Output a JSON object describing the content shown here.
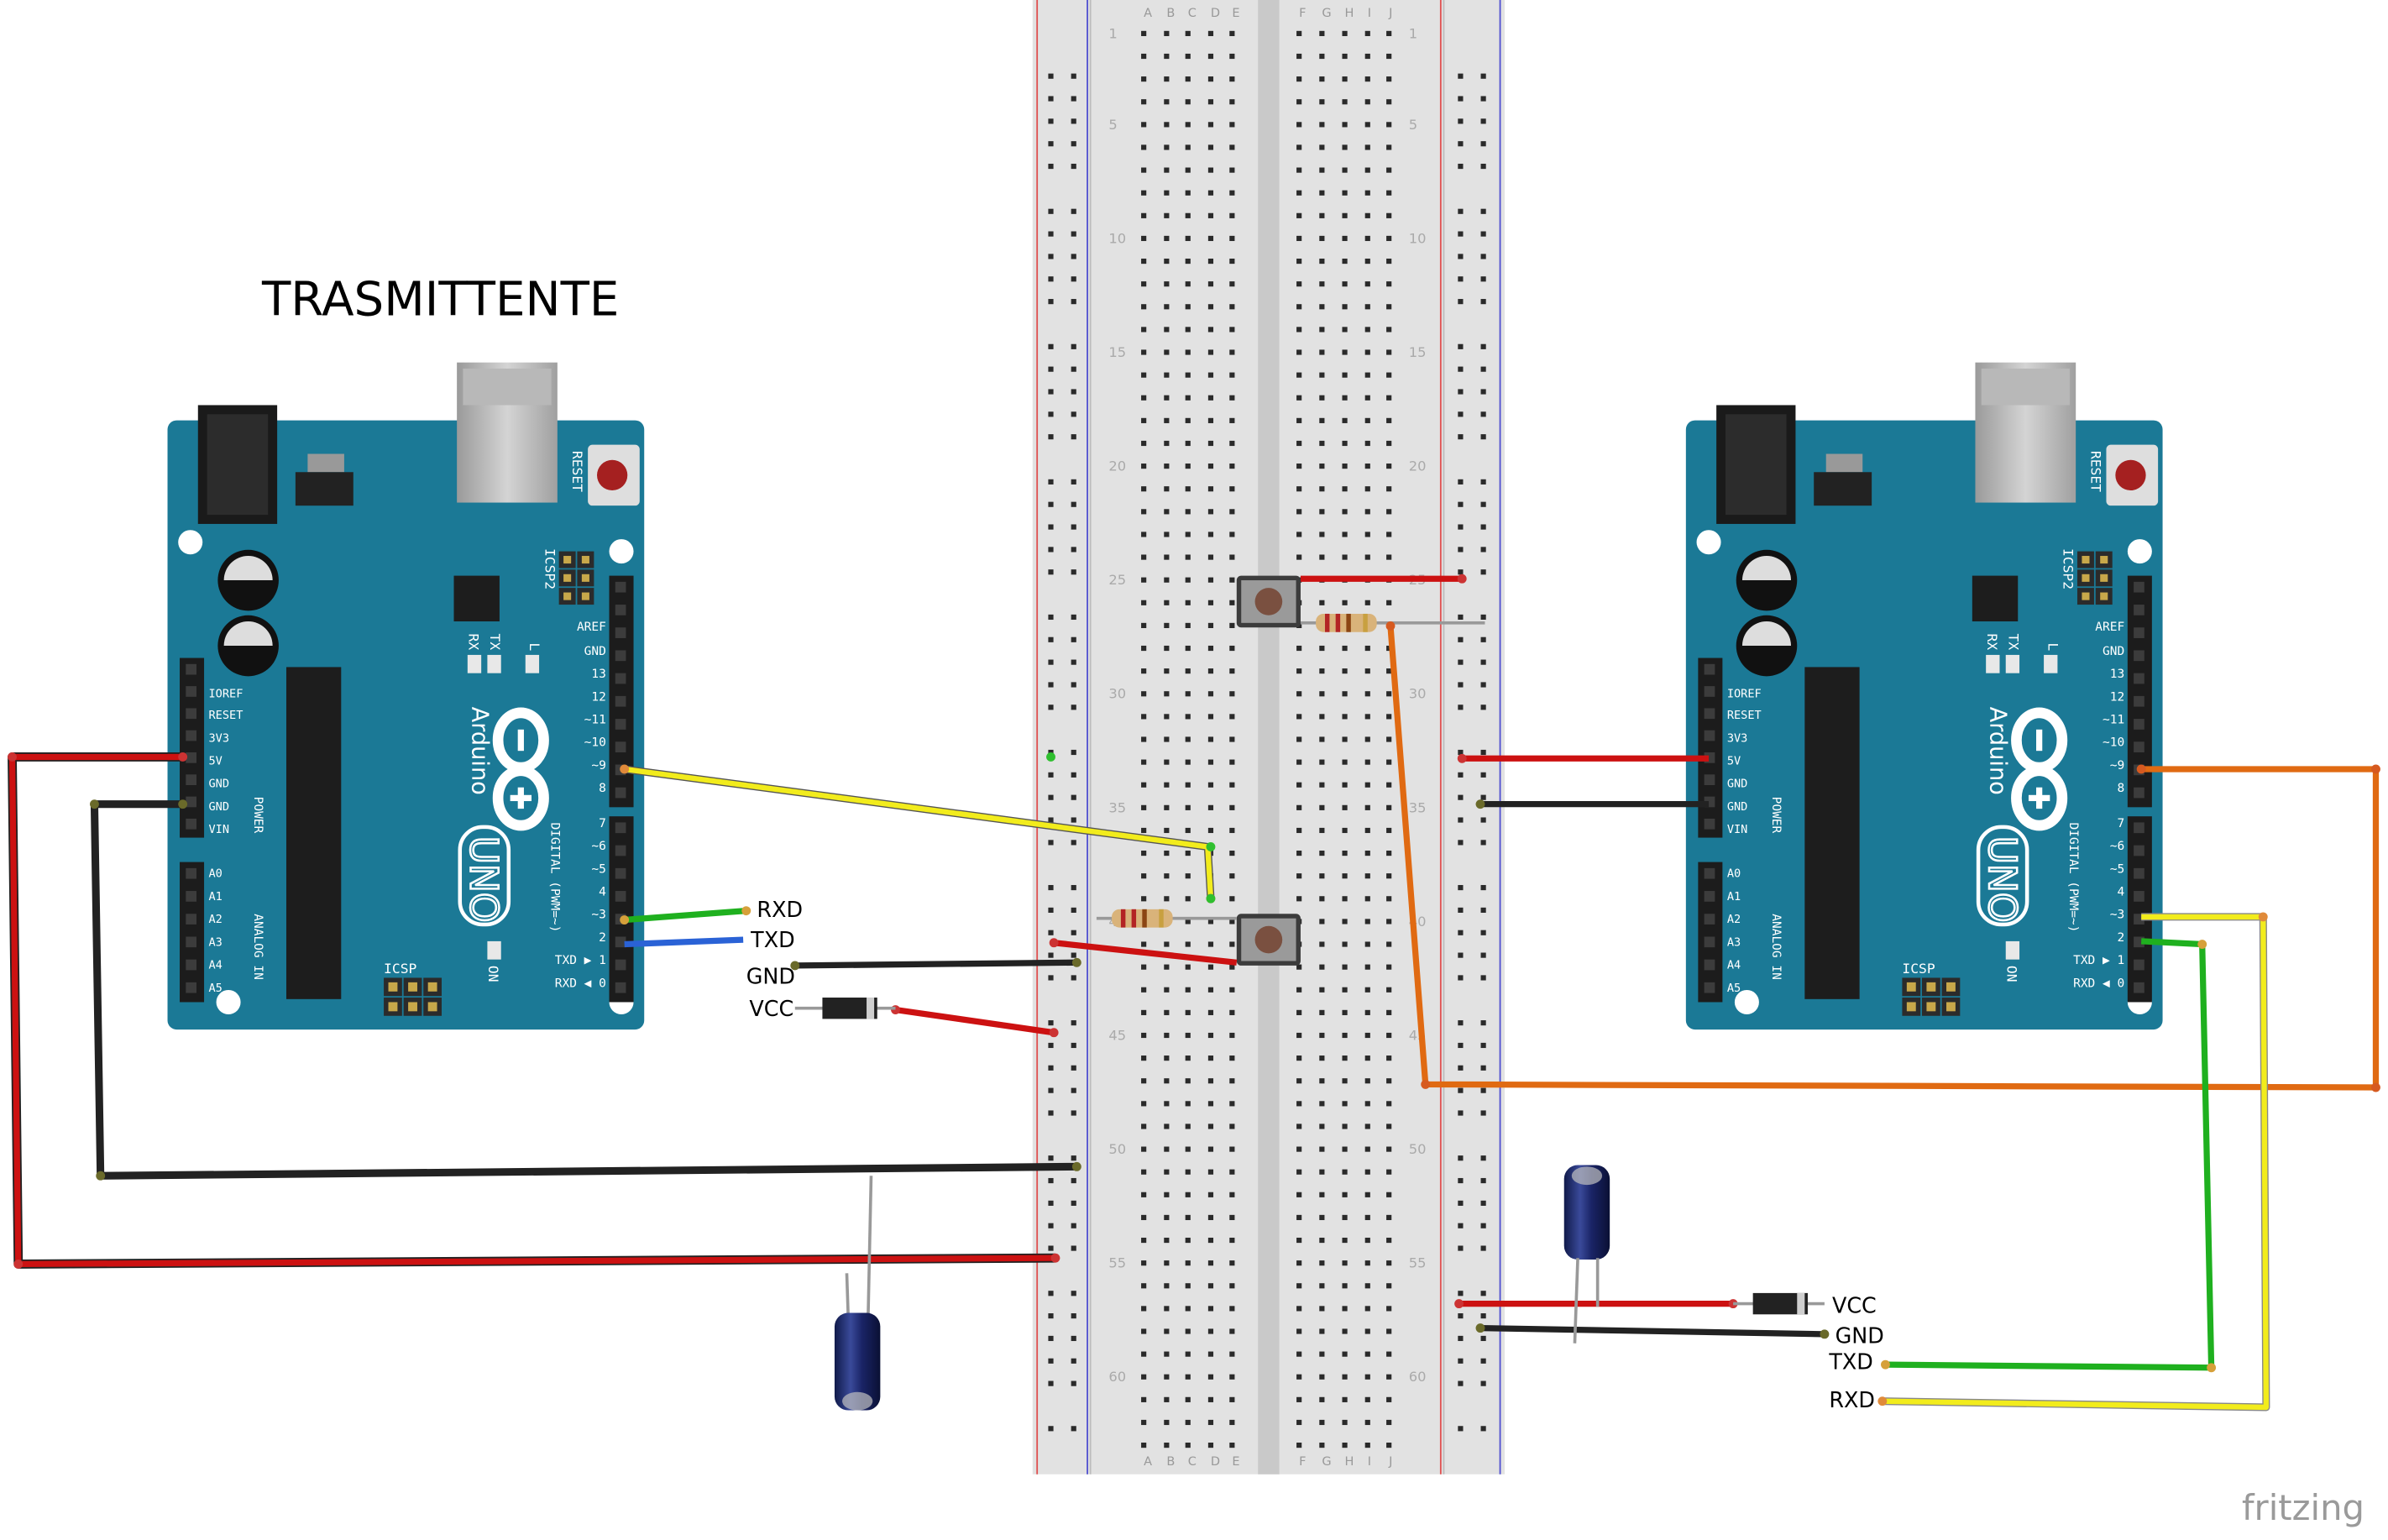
{
  "title": "TRASMITTENTE",
  "watermark": "fritzing",
  "colors": {
    "board": "#1b7996",
    "board_dark": "#125d74",
    "wire_red": "#cc1111",
    "wire_black": "#222222",
    "wire_yellow": "#f2ec1c",
    "wire_green": "#1fb01f",
    "wire_blue": "#2a62d6",
    "wire_orange": "#e06a12",
    "breadboard": "#e6e6e6"
  },
  "breadboard": {
    "columns_left": [
      "A",
      "B",
      "C",
      "D",
      "E"
    ],
    "columns_right": [
      "F",
      "G",
      "H",
      "I",
      "J"
    ],
    "row_labels": [
      "1",
      "5",
      "10",
      "15",
      "20",
      "25",
      "30",
      "35",
      "40",
      "45",
      "50",
      "55",
      "60"
    ]
  },
  "arduino": {
    "brand": "Arduino",
    "model": "UNO",
    "reset": "RESET",
    "icsp": "ICSP",
    "icsp2": "ICSP2",
    "tx": "TX",
    "rx": "RX",
    "led_l": "L",
    "on": "ON",
    "power_group": "POWER",
    "analog_group": "ANALOG IN",
    "digital_group": "DIGITAL (PWM=~)",
    "power_pins": [
      "IOREF",
      "RESET",
      "3V3",
      "5V",
      "GND",
      "GND",
      "VIN"
    ],
    "analog_pins": [
      "A0",
      "A1",
      "A2",
      "A3",
      "A4",
      "A5"
    ],
    "digital_pins_top": [
      "AREF",
      "GND",
      "13",
      "12",
      "~11",
      "~10",
      "~9",
      "8"
    ],
    "digital_pins_bottom": [
      "7",
      "~6",
      "~5",
      "4",
      "~3",
      "2",
      "TXD ▶ 1",
      "RXD ◀ 0"
    ]
  },
  "left_labels": {
    "rxd": "RXD",
    "txd": "TXD",
    "gnd": "GND",
    "vcc": "VCC"
  },
  "right_labels": {
    "vcc": "VCC",
    "gnd": "GND",
    "txd": "TXD",
    "rxd": "RXD"
  }
}
